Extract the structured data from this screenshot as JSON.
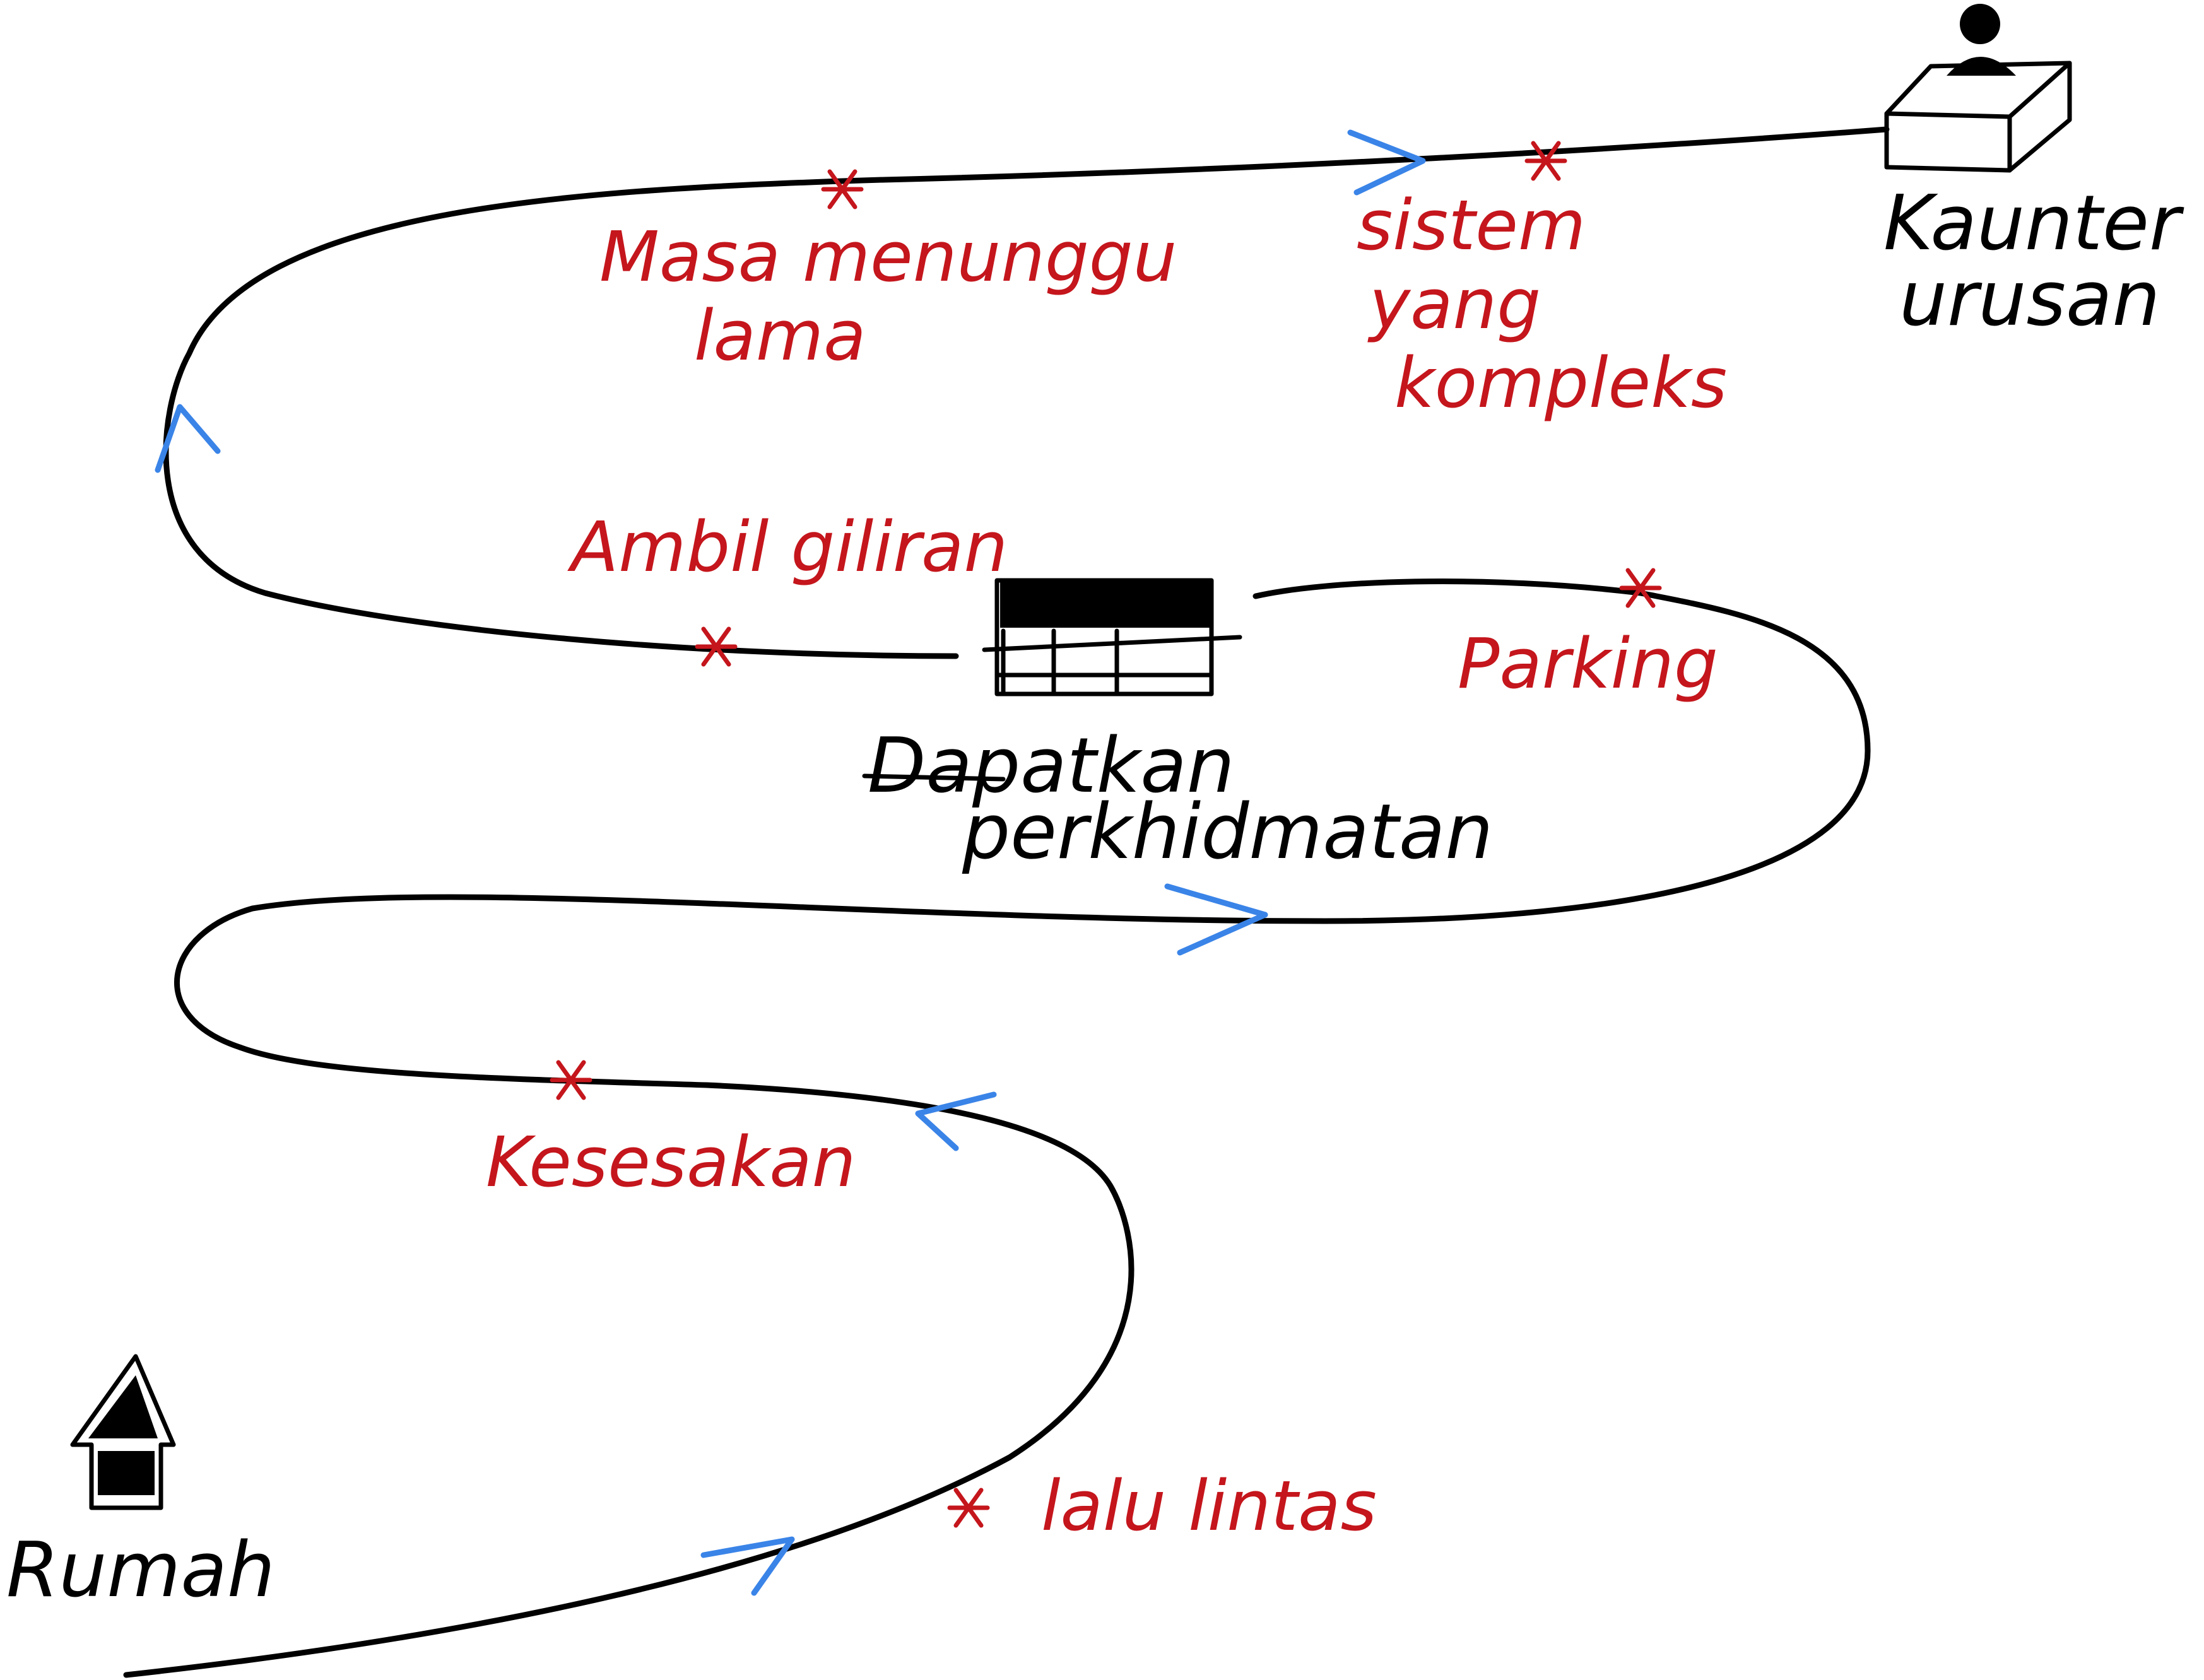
{
  "places": {
    "home": "Rumah",
    "service_line1": "Dapatkan",
    "service_line2": "perkhidmatan",
    "counter_line1": "Kaunter",
    "counter_line2": "urusan"
  },
  "pain_points": {
    "traffic": "lalu lintas",
    "crowding": "Kesesakan",
    "parking": "Parking",
    "queue_number": "Ambil giliran",
    "wait_line1": "Masa menunggu",
    "wait_line2": "lama",
    "system_line1": "sistem",
    "system_line2": "yang",
    "system_line3": "kompleks"
  },
  "colors": {
    "path": "#000000",
    "pain_point": "#c4161c",
    "direction_arrow": "#3a84e8"
  },
  "icons": {
    "home": "house-icon",
    "service": "building-icon",
    "counter": "counter-desk-icon",
    "pain_point": "asterisk-icon",
    "direction": "arrow-icon"
  }
}
